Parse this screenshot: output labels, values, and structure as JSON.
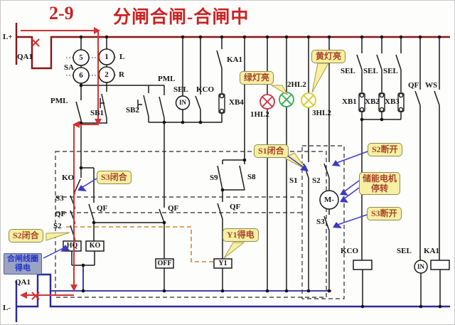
{
  "title": {
    "number": "2-9",
    "text": "分闸合闸-合闸中"
  },
  "colors": {
    "title_red": "#cc2222",
    "l_plus_bus": "#8a1515",
    "l_minus_bus": "#2a2a9e",
    "flow_trace_red": "#d43333",
    "orange_trace": "#cc8833",
    "callout_bg": "#f7f0a2",
    "callout_text": "#a8442c",
    "blue_note_bg": "#9aa3c2",
    "blue_note_text": "#2233cc",
    "lamp_red": "#cc3344",
    "lamp_green": "#2fae4a",
    "lamp_yellow": "#d6cc2e",
    "arrow_blue": "#3b3bc0"
  },
  "power": {
    "positive": "L+",
    "negative": "L-"
  },
  "selector": {
    "label": "SA",
    "pos5": "5",
    "pos1": "1",
    "pos6": "6",
    "pos2": "2",
    "left": "L",
    "right": "R"
  },
  "labels": {
    "l_plus": "L+",
    "l_minus": "L-",
    "qa1_top": "QA1",
    "qa1_bottom": "QA1",
    "pml_left": "PML",
    "pml_mid": "PML",
    "sb1": "SB1",
    "sb2": "SB2",
    "sel_mid": "SEL",
    "kco_mid": "KCO",
    "in_mid": "IN",
    "xb4": "XB4",
    "ka1_top": "KA1",
    "hl1": "1HL2",
    "hl2": "2HL2",
    "hl3": "3HL2",
    "sel1": "SEL",
    "sel2": "SEL",
    "sel3": "SEL",
    "xb1": "XB1",
    "xb2": "XB2",
    "xb3": "XB3",
    "qf_top": "QF",
    "ws": "WS",
    "ko_contact": "KO",
    "s3_left": "S3",
    "qf_left": "QF",
    "s2_left": "S2",
    "qf_ko": "QF",
    "qf_off": "QF",
    "s9": "S9",
    "s8": "S8",
    "qf_y1": "QF",
    "s1": "S1",
    "s2_right": "S2",
    "s3_right": "S3",
    "motor": "M-",
    "hq_coil": "HQ",
    "ko_coil": "KO",
    "off_coil": "OFF",
    "y1_coil": "Y1",
    "kco_coil": "KCO",
    "sel_bottom": "SEL",
    "in_bottom": "IN",
    "ka1_coil": "KA1"
  },
  "callouts": {
    "green_light": "绿灯亮",
    "yellow_light": "黄灯亮",
    "s1_closed": "S1闭合",
    "s2_open": "S2断开",
    "motor_stop_line1": "储能电机",
    "motor_stop_line2": "停转",
    "s3_open": "S3断开",
    "s3_closed": "S3闭合",
    "s2_closed": "S2闭合",
    "y1_energized": "Y1得电",
    "closing_coil_line1": "合闸线圈",
    "closing_coil_line2": "得电"
  }
}
